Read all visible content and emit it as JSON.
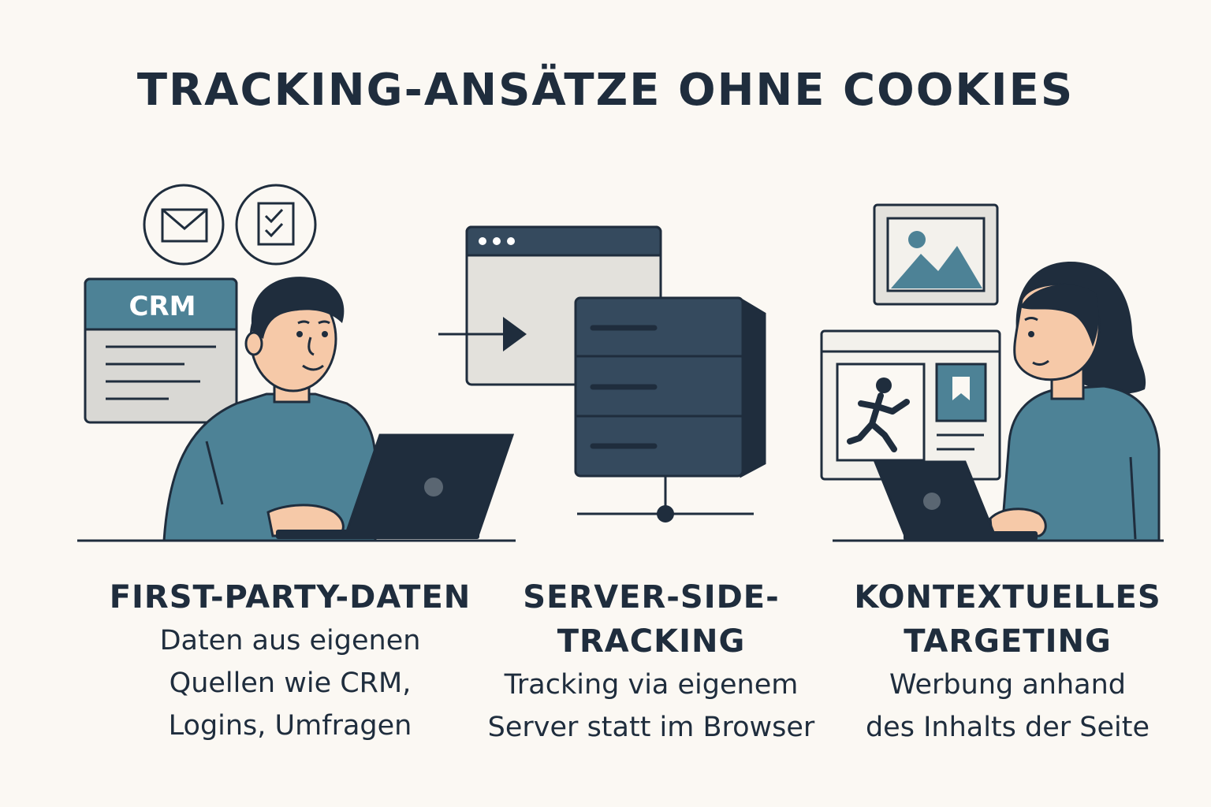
{
  "title": "TRACKING-ANSÄTZE OHNE COOKIES",
  "columns": [
    {
      "heading_lines": [
        "FIRST-PARTY-DATEN"
      ],
      "desc_lines": [
        "Daten aus eigenen",
        "Quellen wie CRM,",
        "Logins, Umfragen"
      ]
    },
    {
      "heading_lines": [
        "SERVER-SIDE-",
        "TRACKING"
      ],
      "desc_lines": [
        "Tracking via eigenem",
        "Server statt im Browser"
      ]
    },
    {
      "heading_lines": [
        "KONTEXTUELLES",
        "TARGETING"
      ],
      "desc_lines": [
        "Werbung anhand",
        "des Inhalts der Seite"
      ]
    }
  ],
  "crm_label": "CRM",
  "colors": {
    "navy": "#1f2d3d",
    "teal": "#4d8296",
    "slate": "#354a5e",
    "panel": "#e3e1dc",
    "skin": "#f6c9a8",
    "background": "#fbf8f3"
  },
  "icons": [
    "mail-icon",
    "checklist-icon",
    "crm-document",
    "laptop",
    "browser-window",
    "play-arrow",
    "server",
    "network-node",
    "image-frame",
    "running-person",
    "bookmark-icon"
  ]
}
